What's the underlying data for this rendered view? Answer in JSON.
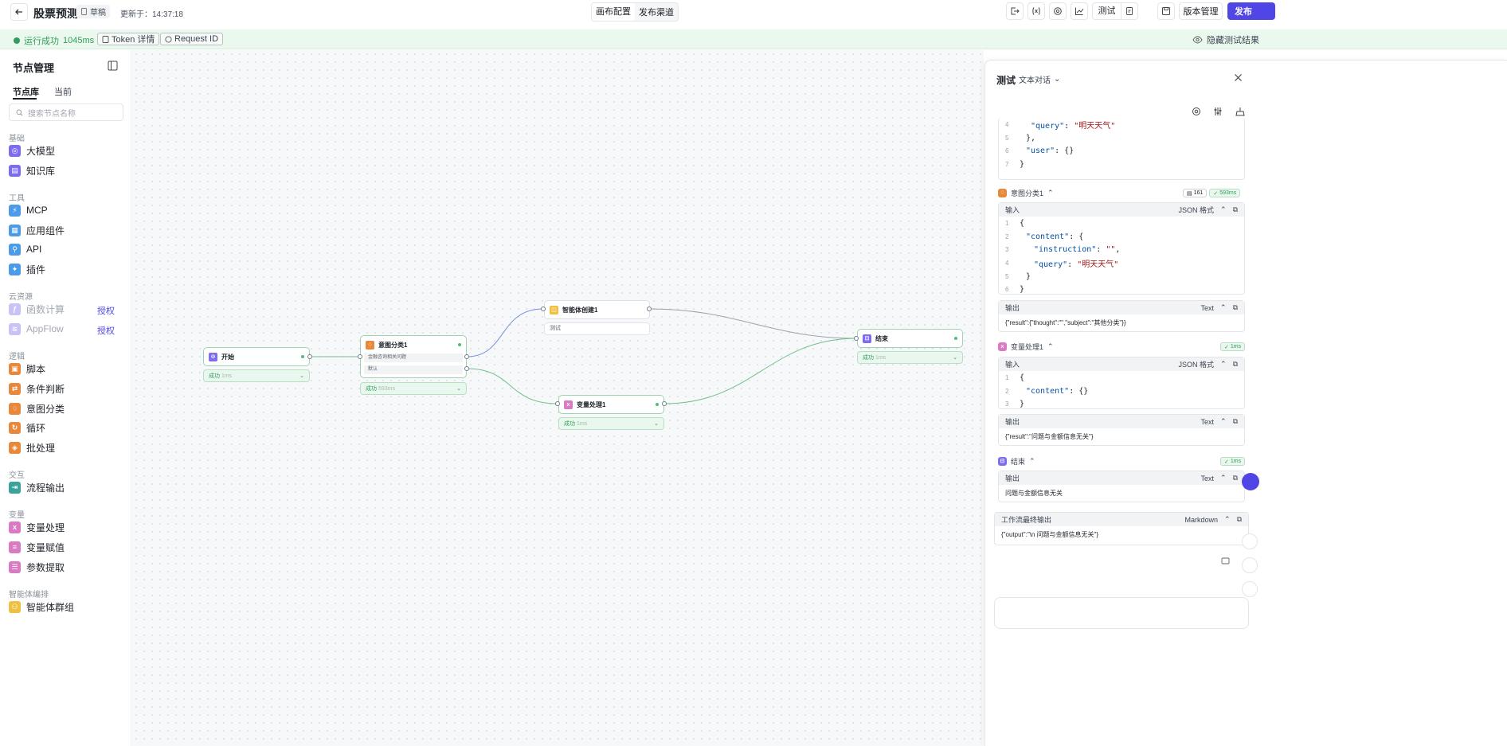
{
  "header": {
    "title": "股票预测",
    "draft_label": "草稿",
    "updated_label": "更新于：14:37:18",
    "center_tabs": [
      "画布配置",
      "发布渠道"
    ],
    "test_label": "测试",
    "version_label": "版本管理",
    "publish_label": "发布"
  },
  "status": {
    "run_text": "运行成功",
    "duration": "1045ms",
    "token_label": "Token 详情",
    "request_label": "Request ID",
    "hide_label": "隐藏测试结果"
  },
  "sidebar": {
    "title": "节点管理",
    "tabs": [
      "节点库",
      "当前"
    ],
    "search_placeholder": "搜索节点名称",
    "groups": {
      "basic": "基础",
      "tools": "工具",
      "cloud": "云资源",
      "logic": "逻辑",
      "interact": "交互",
      "variable": "变量",
      "agent": "智能体编排"
    },
    "items": {
      "llm": "大模型",
      "kb": "知识库",
      "mcp": "MCP",
      "app": "应用组件",
      "api": "API",
      "plugin": "插件",
      "func": "函数计算",
      "appflow": "AppFlow",
      "auth": "授权",
      "script": "脚本",
      "cond": "条件判断",
      "intent": "意图分类",
      "loop": "循环",
      "batch": "批处理",
      "flowout": "流程输出",
      "varproc": "变量处理",
      "varassign": "变量赋值",
      "param": "参数提取",
      "agentgroup": "智能体群组"
    }
  },
  "canvas": {
    "start": {
      "title": "开始",
      "status": "成功",
      "time": "1ms"
    },
    "intent": {
      "title": "意图分类1",
      "option1": "金融咨询相关问题",
      "option2": "默认",
      "status": "成功",
      "time": "593ms"
    },
    "agent": {
      "title": "智能体创建1",
      "body": "测试"
    },
    "varproc": {
      "title": "变量处理1",
      "status": "成功",
      "time": "1ms"
    },
    "end": {
      "title": "结束",
      "status": "成功",
      "time": "1ms"
    }
  },
  "panel": {
    "title": "测试",
    "mode": "文本对话",
    "top_code": {
      "ln4": "4",
      "ln5": "5",
      "ln6": "6",
      "ln7": "7",
      "query_key": "\"query\"",
      "query_val": "\"明天天气\"",
      "close_brace_comma": "},",
      "user_key": "\"user\"",
      "user_val": "{}",
      "close_brace": "}"
    },
    "intent_section": {
      "title": "意图分类1",
      "tokens": "161",
      "time": "593ms",
      "input_label": "输入",
      "input_format": "JSON 格式",
      "input_lines": {
        "l1": "1",
        "l2": "2",
        "l3": "3",
        "l4": "4",
        "l5": "5",
        "l6": "6",
        "open": "{",
        "content_key": "\"content\"",
        "open_inner": "{",
        "instruction_key": "\"instruction\"",
        "instruction_val": "\"\"",
        "query_key": "\"query\"",
        "query_val": "\"明天天气\"",
        "close_inner": "}",
        "close": "}"
      },
      "output_label": "输出",
      "output_format": "Text",
      "output_text": "{\"result\":{\"thought\":\"\",\"subject\":\"其他分类\"}}"
    },
    "var_section": {
      "title": "变量处理1",
      "time": "1ms",
      "input_label": "输入",
      "input_format": "JSON 格式",
      "input_lines": {
        "l1": "1",
        "l2": "2",
        "l3": "3",
        "open": "{",
        "content_key": "\"content\"",
        "content_val": "{}",
        "close": "}"
      },
      "output_label": "输出",
      "output_format": "Text",
      "output_text": "{\"result\":\"问题与金额信息无关\"}"
    },
    "end_section": {
      "title": "结束",
      "time": "1ms",
      "output_label": "输出",
      "output_format": "Text",
      "output_text": "问题与金额信息无关"
    },
    "final": {
      "label": "工作流最终输出",
      "format": "Markdown",
      "text": "{\"output\":\"\\n 问题与金额信息无关\"}"
    }
  },
  "colors": {
    "accent": "#4f46e5",
    "success": "#2f9e5a",
    "orange": "#e8883a",
    "purple": "#7c6cf0",
    "blue": "#4c9be8",
    "pink": "#d97ac2",
    "teal": "#3aa39b",
    "yellow": "#f0c040"
  }
}
